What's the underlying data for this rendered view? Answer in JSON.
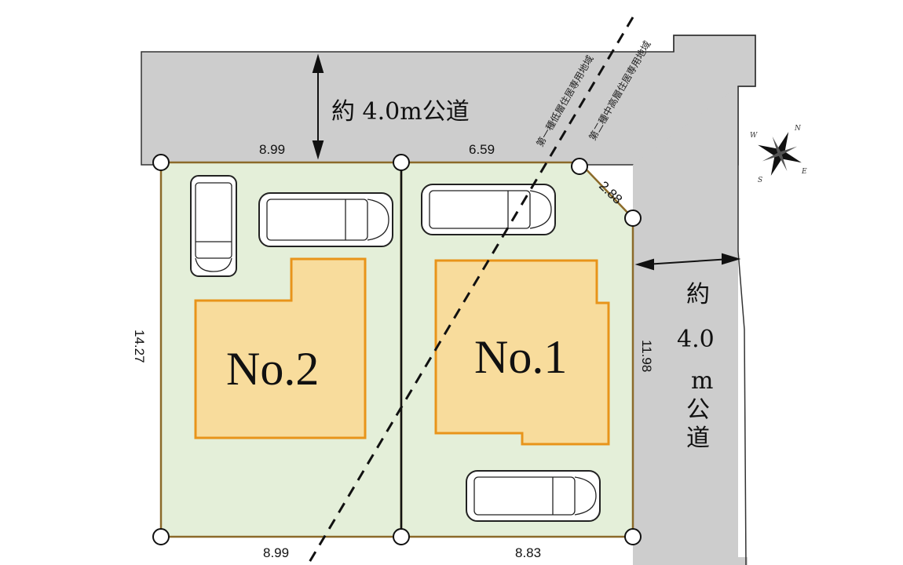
{
  "road_north": {
    "label": "約 4.0m公道"
  },
  "road_east": {
    "lines": [
      "約",
      "4.0",
      "m",
      "公",
      "道"
    ]
  },
  "lots": [
    {
      "label": "No.2"
    },
    {
      "label": "No.1"
    }
  ],
  "dimensions": {
    "top_left": "8.99",
    "top_right": "6.59",
    "corner": "2.88",
    "left": "14.27",
    "right": "11.98",
    "bottom_left": "8.99",
    "bottom_right": "8.83"
  },
  "zones": {
    "zone1": "第一種低層住居専用地域",
    "zone2": "第二種中高層住居専用地域"
  },
  "compass": {
    "n": "N",
    "e": "E",
    "s": "S",
    "w": "W"
  },
  "colors": {
    "road": "#cdcdcd",
    "lot": "#e4efd9",
    "building": "#f8dc9c",
    "building_stroke": "#e8941a",
    "boundary": "#8b6a2a"
  }
}
